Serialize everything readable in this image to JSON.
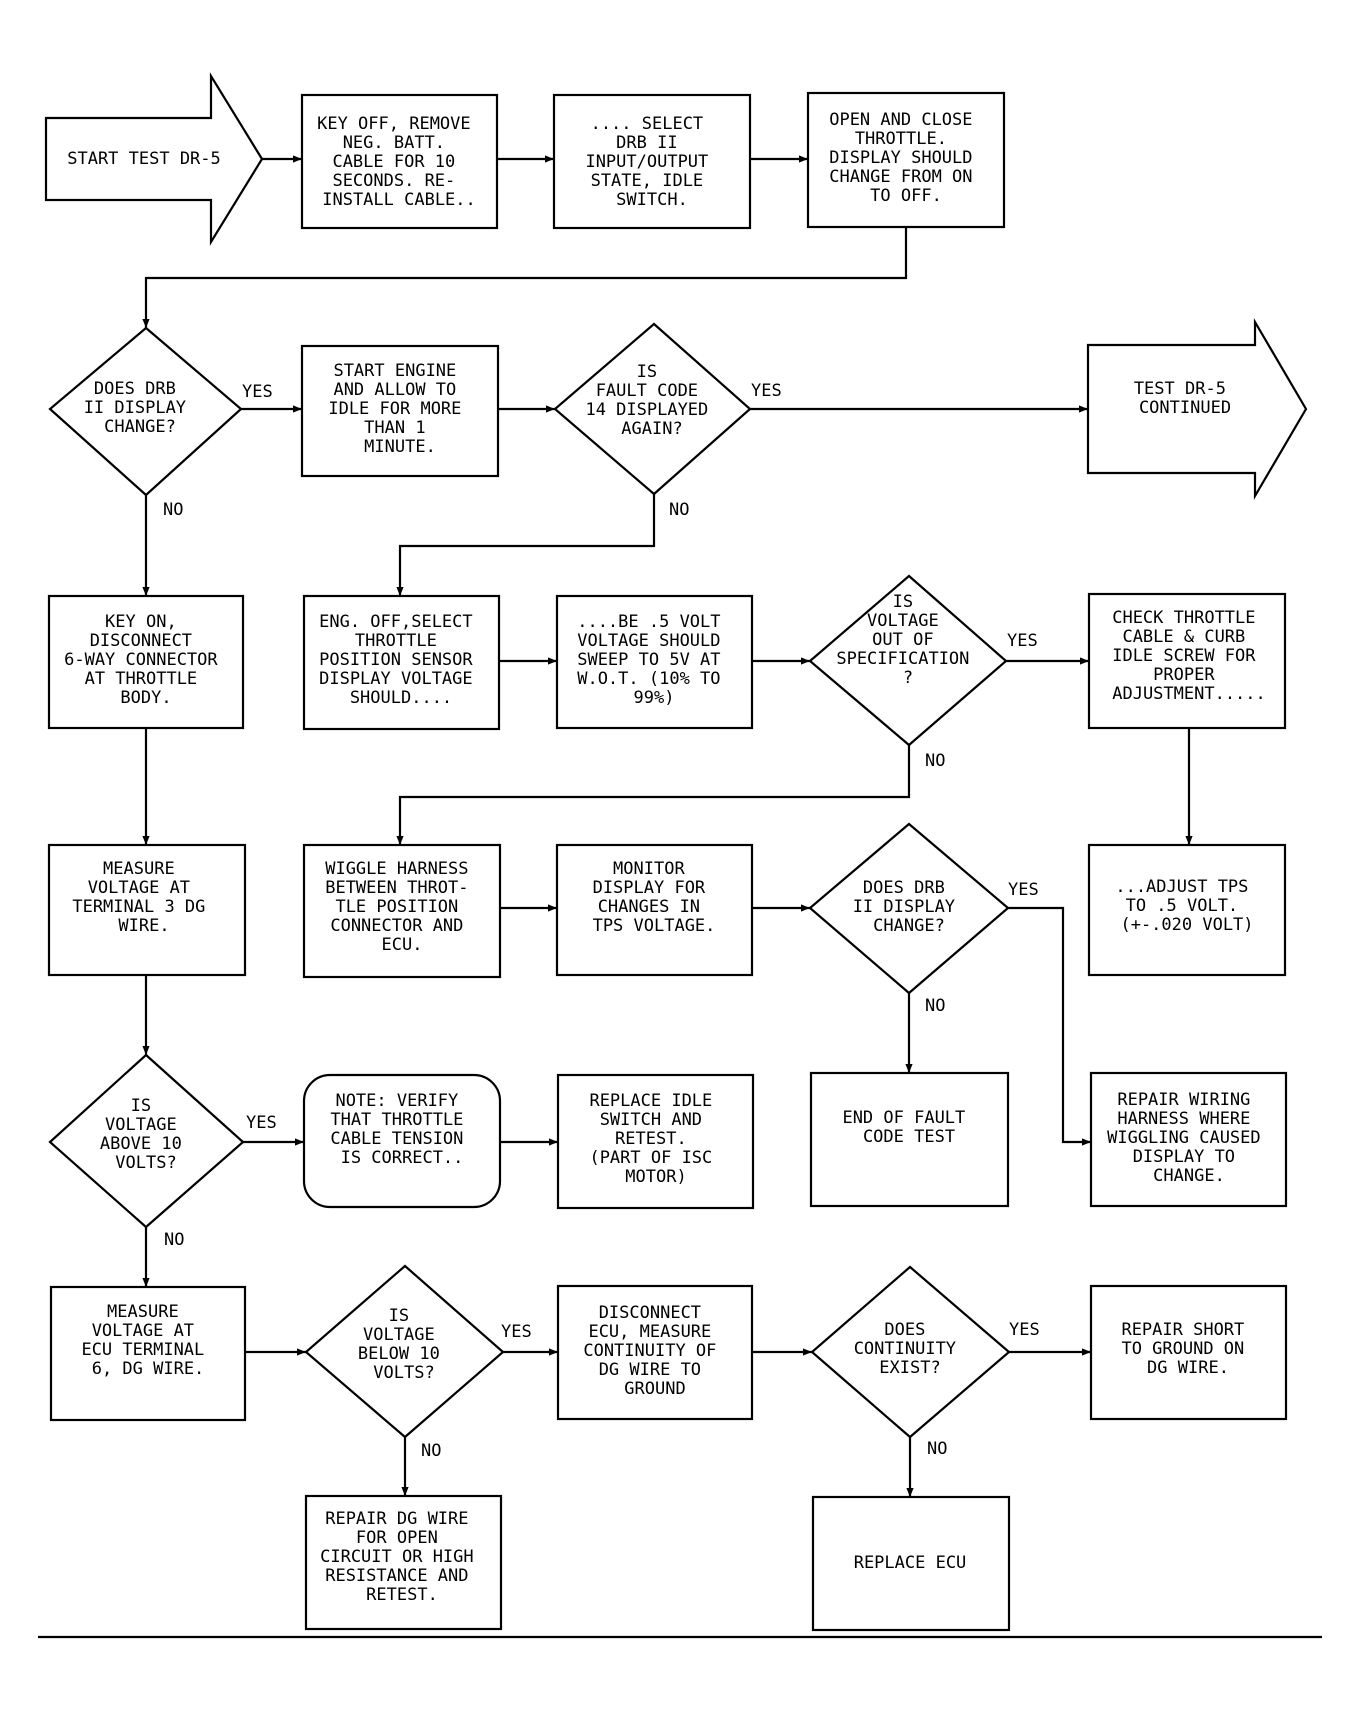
{
  "nodes": [
    {
      "id": "start",
      "lines": [
        "START TEST DR-5"
      ]
    },
    {
      "id": "key-off",
      "lines": [
        "KEY OFF, REMOVE",
        "NEG. BATT.",
        "CABLE FOR 10",
        "SECONDS. RE-",
        "INSTALL CABLE.."
      ]
    },
    {
      "id": "select-drb",
      "lines": [
        ".... SELECT",
        "DRB II",
        "INPUT/OUTPUT",
        "STATE, IDLE",
        "SWITCH."
      ]
    },
    {
      "id": "open-close",
      "lines": [
        "OPEN AND CLOSE",
        "THROTTLE.",
        "DISPLAY SHOULD",
        "CHANGE FROM ON",
        "TO OFF."
      ]
    },
    {
      "id": "q-display-change-1",
      "lines": [
        "DOES DRB",
        "II DISPLAY",
        "CHANGE?"
      ]
    },
    {
      "id": "start-engine",
      "lines": [
        "START ENGINE",
        "AND ALLOW TO",
        "IDLE FOR MORE",
        "THAN 1",
        "MINUTE."
      ]
    },
    {
      "id": "q-fault-code",
      "lines": [
        "IS",
        "FAULT CODE",
        "14 DISPLAYED",
        "AGAIN?"
      ]
    },
    {
      "id": "continued",
      "lines": [
        "TEST DR-5",
        "CONTINUED"
      ]
    },
    {
      "id": "key-on",
      "lines": [
        "KEY ON,",
        "DISCONNECT",
        "6-WAY CONNECTOR",
        "AT THROTTLE",
        "BODY."
      ]
    },
    {
      "id": "eng-off",
      "lines": [
        "ENG. OFF,SELECT",
        "THROTTLE",
        "POSITION SENSOR",
        "DISPLAY VOLTAGE",
        "SHOULD...."
      ]
    },
    {
      "id": "be-5-volt",
      "lines": [
        "....BE .5 VOLT",
        "VOLTAGE SHOULD",
        "SWEEP TO 5V AT",
        "W.O.T. (10% TO",
        "99%)"
      ]
    },
    {
      "id": "q-voltage-spec",
      "lines": [
        "IS",
        "VOLTAGE",
        "OUT OF",
        "SPECIFICATION",
        "?"
      ]
    },
    {
      "id": "check-throttle",
      "lines": [
        "CHECK THROTTLE",
        "CABLE & CURB",
        "IDLE SCREW FOR",
        "PROPER",
        "ADJUSTMENT....."
      ]
    },
    {
      "id": "measure-terminal-3",
      "lines": [
        "MEASURE",
        "VOLTAGE AT",
        "TERMINAL 3 DG",
        "WIRE."
      ]
    },
    {
      "id": "wiggle-harness",
      "lines": [
        "WIGGLE HARNESS",
        "BETWEEN THROT-",
        "TLE POSITION",
        "CONNECTOR AND",
        "ECU."
      ]
    },
    {
      "id": "monitor-display",
      "lines": [
        "MONITOR",
        "DISPLAY FOR",
        "CHANGES IN",
        "TPS VOLTAGE."
      ]
    },
    {
      "id": "q-display-change-2",
      "lines": [
        "DOES DRB",
        "II DISPLAY",
        "CHANGE?"
      ]
    },
    {
      "id": "adjust-tps",
      "lines": [
        "...ADJUST TPS",
        "TO .5 VOLT.",
        "(+-.020 VOLT)"
      ]
    },
    {
      "id": "q-above-10",
      "lines": [
        "IS",
        "VOLTAGE",
        "ABOVE 10",
        "VOLTS?"
      ]
    },
    {
      "id": "note-verify",
      "lines": [
        "NOTE: VERIFY",
        "THAT THROTTLE",
        "CABLE TENSION",
        "IS CORRECT.."
      ]
    },
    {
      "id": "replace-idle",
      "lines": [
        "REPLACE IDLE",
        "SWITCH AND",
        "RETEST.",
        "(PART OF ISC",
        "MOTOR)"
      ]
    },
    {
      "id": "end-fault",
      "lines": [
        "END OF FAULT",
        "CODE TEST"
      ]
    },
    {
      "id": "repair-wiring",
      "lines": [
        "REPAIR WIRING",
        "HARNESS WHERE",
        "WIGGLING CAUSED",
        "DISPLAY TO",
        "CHANGE."
      ]
    },
    {
      "id": "measure-ecu-6",
      "lines": [
        "MEASURE",
        "VOLTAGE AT",
        "ECU TERMINAL",
        "6, DG WIRE."
      ]
    },
    {
      "id": "q-below-10",
      "lines": [
        "IS",
        "VOLTAGE",
        "BELOW 10",
        "VOLTS?"
      ]
    },
    {
      "id": "disconnect-ecu",
      "lines": [
        "DISCONNECT",
        "ECU, MEASURE",
        "CONTINUITY OF",
        "DG WIRE TO",
        "GROUND"
      ]
    },
    {
      "id": "q-continuity",
      "lines": [
        "DOES",
        "CONTINUITY",
        "EXIST?"
      ]
    },
    {
      "id": "repair-short",
      "lines": [
        "REPAIR SHORT",
        "TO GROUND ON",
        "DG WIRE."
      ]
    },
    {
      "id": "repair-dg",
      "lines": [
        "REPAIR DG WIRE",
        "FOR OPEN",
        "CIRCUIT OR HIGH",
        "RESISTANCE AND",
        "RETEST."
      ]
    },
    {
      "id": "replace-ecu",
      "lines": [
        "REPLACE ECU"
      ]
    }
  ],
  "edge_labels": [
    {
      "id": "yes-1",
      "text": "YES"
    },
    {
      "id": "no-1",
      "text": "NO"
    },
    {
      "id": "yes-2",
      "text": "YES"
    },
    {
      "id": "no-2",
      "text": "NO"
    },
    {
      "id": "yes-3",
      "text": "YES"
    },
    {
      "id": "no-3",
      "text": "NO"
    },
    {
      "id": "yes-4",
      "text": "YES"
    },
    {
      "id": "no-4",
      "text": "NO"
    },
    {
      "id": "yes-5",
      "text": "YES"
    },
    {
      "id": "no-5",
      "text": "NO"
    },
    {
      "id": "yes-6",
      "text": "YES"
    },
    {
      "id": "no-6",
      "text": "NO"
    },
    {
      "id": "yes-7",
      "text": "YES"
    },
    {
      "id": "no-7",
      "text": "NO"
    }
  ]
}
